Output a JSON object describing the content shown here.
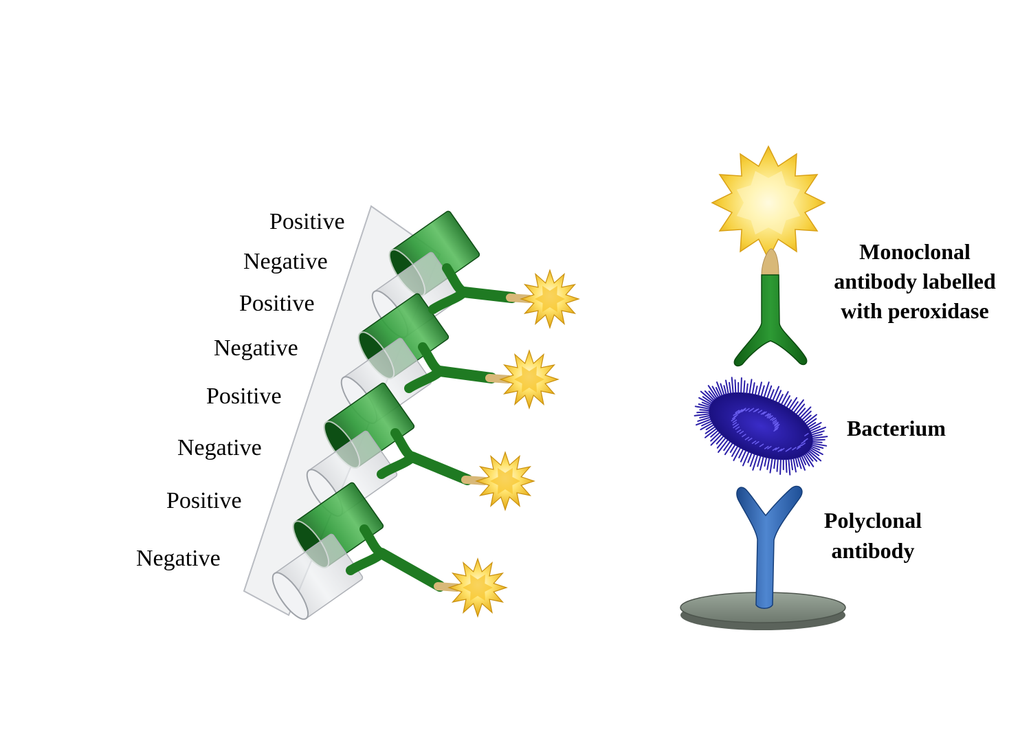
{
  "well_labels": [
    "Positive",
    "Negative",
    "Positive",
    "Negative",
    "Positive",
    "Negative",
    "Positive",
    "Negative"
  ],
  "legend": {
    "monoclonal": [
      "Monoclonal",
      "antibody labelled",
      "with peroxidase"
    ],
    "bacterium": "Bacterium",
    "polyclonal": [
      "Polyclonal",
      "antibody"
    ]
  },
  "colors": {
    "positive_well": "#1e8a2a",
    "negative_well": "#dcdcdc",
    "monoclonal_antibody": "#1f7a22",
    "peroxidase": "#f2c530",
    "bacterium": "#2b1fa8",
    "polyclonal_antibody": "#2a5ea8",
    "plate": "#8a9488"
  },
  "icons": [
    "well-strip-icon",
    "monoclonal-antibody-icon",
    "peroxidase-star-icon",
    "bacterium-icon",
    "polyclonal-antibody-icon",
    "plate-icon"
  ]
}
